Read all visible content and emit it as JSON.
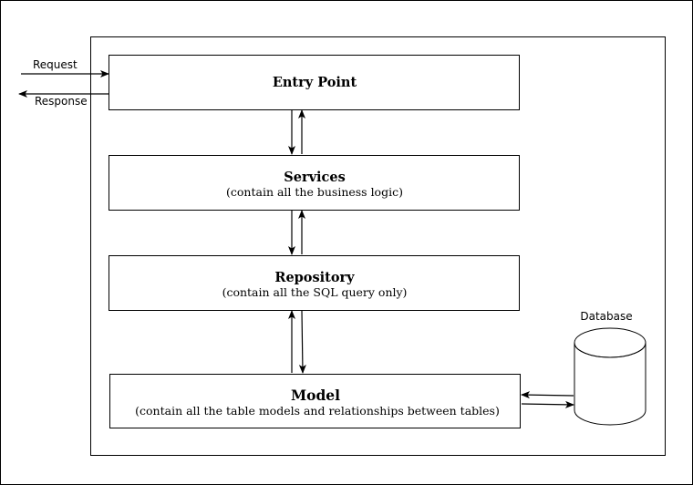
{
  "diagram": {
    "external": {
      "request_label": "Request",
      "response_label": "Response"
    },
    "boxes": {
      "entry_point": {
        "title": "Entry Point"
      },
      "services": {
        "title": "Services",
        "subtitle": "(contain all the business logic)"
      },
      "repository": {
        "title": "Repository",
        "subtitle": "(contain all the SQL query only)"
      },
      "model": {
        "title": "Model",
        "subtitle": "(contain all the table models and relationships between tables)"
      }
    },
    "database": {
      "label": "Database"
    }
  }
}
